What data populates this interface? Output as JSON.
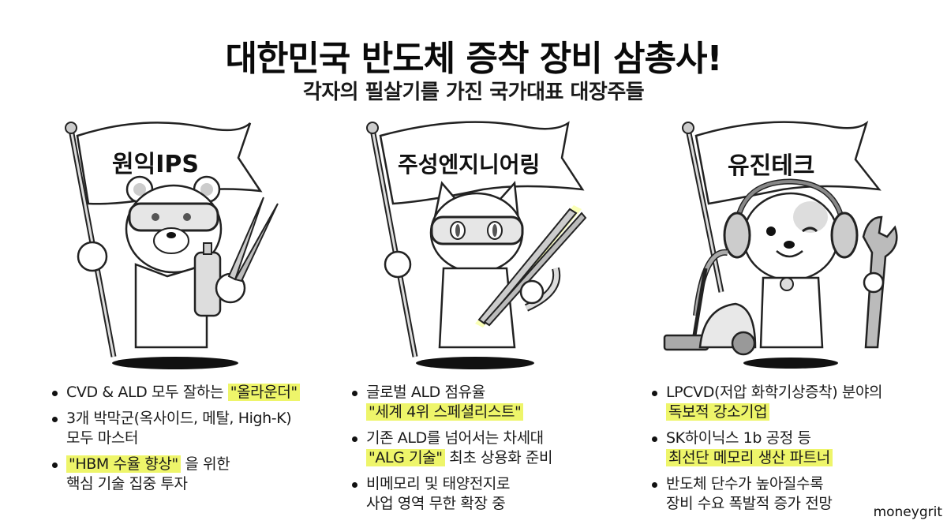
{
  "header": {
    "title": "대한민국 반도체 증착 장비 삼총사!",
    "subtitle": "각자의 필살기를 가진 국가대표 대장주들"
  },
  "colors": {
    "highlight": "#eef56a",
    "text": "#111111",
    "background": "#ffffff"
  },
  "companies": [
    {
      "flag": "원익IPS",
      "mascot": "bear-with-goggles-spray-can-tweezers",
      "bullets": [
        {
          "lines": [
            [
              {
                "t": "CVD & ALD 모두 잘하는 "
              },
              {
                "t": "\"올라운더\"",
                "hl": true
              }
            ]
          ]
        },
        {
          "lines": [
            [
              {
                "t": "3개 박막군(옥사이드, 메탈, High-K)"
              }
            ],
            [
              {
                "t": "모두 마스터"
              }
            ]
          ]
        },
        {
          "lines": [
            [
              {
                "t": "\"HBM 수율 향상\"",
                "hl": true
              },
              {
                "t": " 을 위한"
              }
            ],
            [
              {
                "t": "핵심 기술 집중 투자"
              }
            ]
          ]
        }
      ]
    },
    {
      "flag": "주성엔지니어링",
      "mascot": "cat-with-goggles-glowing-tweezers",
      "bullets": [
        {
          "lines": [
            [
              {
                "t": "글로벌 ALD 점유율"
              }
            ],
            [
              {
                "t": "\"세계 4위 스페셜리스트\"",
                "hl": true
              }
            ]
          ]
        },
        {
          "lines": [
            [
              {
                "t": "기존 ALD를 넘어서는 차세대"
              }
            ],
            [
              {
                "t": "\"ALG 기술\"",
                "hl": true
              },
              {
                "t": " 최초 상용화 준비"
              }
            ]
          ]
        },
        {
          "lines": [
            [
              {
                "t": "비메모리 및 태양전지로"
              }
            ],
            [
              {
                "t": "사업 영역 무한 확장 중"
              }
            ]
          ]
        }
      ]
    },
    {
      "flag": "유진테크",
      "mascot": "dog-with-headphones-vacuum-wrench",
      "bullets": [
        {
          "lines": [
            [
              {
                "t": "LPCVD(저압 화학기상증착) 분야의"
              }
            ],
            [
              {
                "t": "독보적 강소기업",
                "hl": true
              }
            ]
          ]
        },
        {
          "lines": [
            [
              {
                "t": "SK하이닉스 1b 공정 등"
              }
            ],
            [
              {
                "t": "최선단 메모리 생산 파트너",
                "hl": true
              }
            ]
          ]
        },
        {
          "lines": [
            [
              {
                "t": "반도체 단수가 높아질수록"
              }
            ],
            [
              {
                "t": "장비 수요 폭발적 증가 전망"
              }
            ]
          ]
        }
      ]
    }
  ],
  "watermark": "moneygrit"
}
